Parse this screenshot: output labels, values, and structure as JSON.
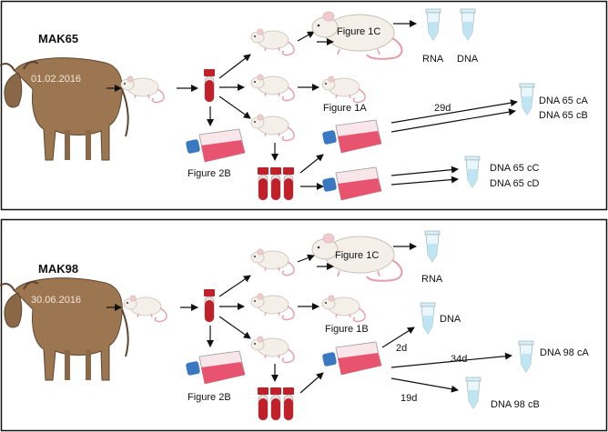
{
  "colors": {
    "cow": "#9b7650",
    "mouse": "#f4efe8",
    "mouse_tail": "#e79aa8",
    "blood": "#c0202a",
    "flask_liquid": "#e8546f",
    "flask_cap": "#3a78c2",
    "tube": "#bfe4f2"
  },
  "panel_top": {
    "title": "MAK65",
    "date": "01.02.2016",
    "labels": {
      "fig1c": "Figure 1C",
      "fig1a": "Figure 1A",
      "fig2b": "Figure 2B",
      "rna": "RNA",
      "dna": "DNA",
      "days": "29d",
      "dna_ca": "DNA 65 cA",
      "dna_cb": "DNA 65 cB",
      "dna_cc": "DNA 65 cC",
      "dna_cd": "DNA 65 cD"
    }
  },
  "panel_bottom": {
    "title": "MAK98",
    "date": "30.06.2016",
    "labels": {
      "fig1c": "Figure 1C",
      "fig1b": "Figure 1B",
      "fig2b": "Figure 2B",
      "rna": "RNA",
      "dna": "DNA",
      "days_2": "2d",
      "days_34": "34d",
      "days_19": "19d",
      "dna_ca": "DNA 98 cA",
      "dna_cb": "DNA 98 cB"
    }
  }
}
